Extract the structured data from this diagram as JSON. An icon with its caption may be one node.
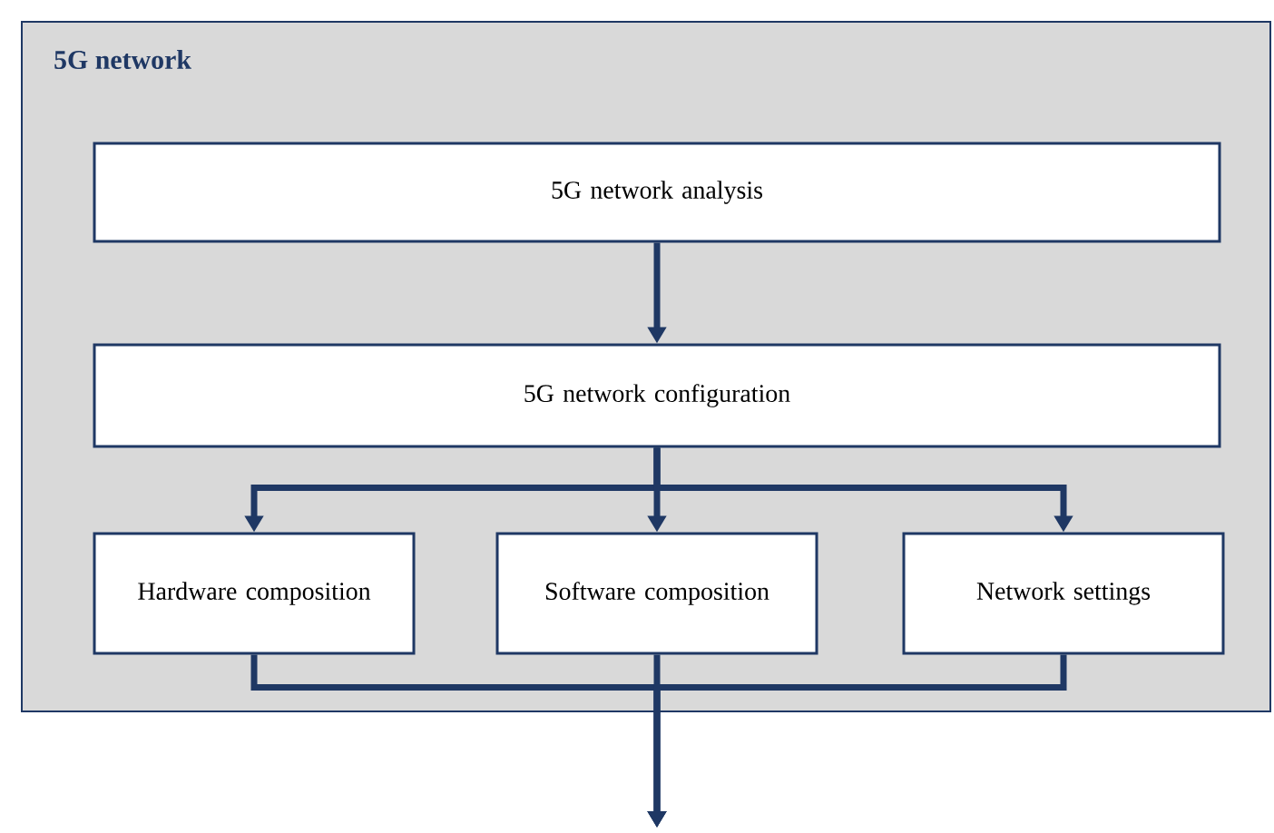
{
  "diagram": {
    "nodes": [
      {
        "text": [
          "5G network"
        ]
      },
      {
        "text": [
          "5G network analysis"
        ],
        "in": 0
      },
      {
        "text": [
          "5G network configuration"
        ],
        "in": 0
      },
      {
        "text": [
          "Hardware composition"
        ],
        "in": 0
      },
      {
        "text": [
          "Software composition"
        ],
        "in": 0
      },
      {
        "text": [
          "Network settings"
        ],
        "in": 0
      }
    ],
    "edges": [
      {
        "from": 1,
        "to": 2,
        "arrow": "to"
      },
      {
        "from": 2,
        "to": 3,
        "arrow": "to"
      },
      {
        "from": 2,
        "to": 4,
        "arrow": "to"
      },
      {
        "from": 2,
        "to": 5,
        "arrow": "to"
      },
      {
        "from": 3,
        "to": null,
        "arrow": "to"
      },
      {
        "from": 4,
        "to": null,
        "arrow": "to"
      },
      {
        "from": 5,
        "to": null,
        "arrow": "to"
      }
    ]
  }
}
